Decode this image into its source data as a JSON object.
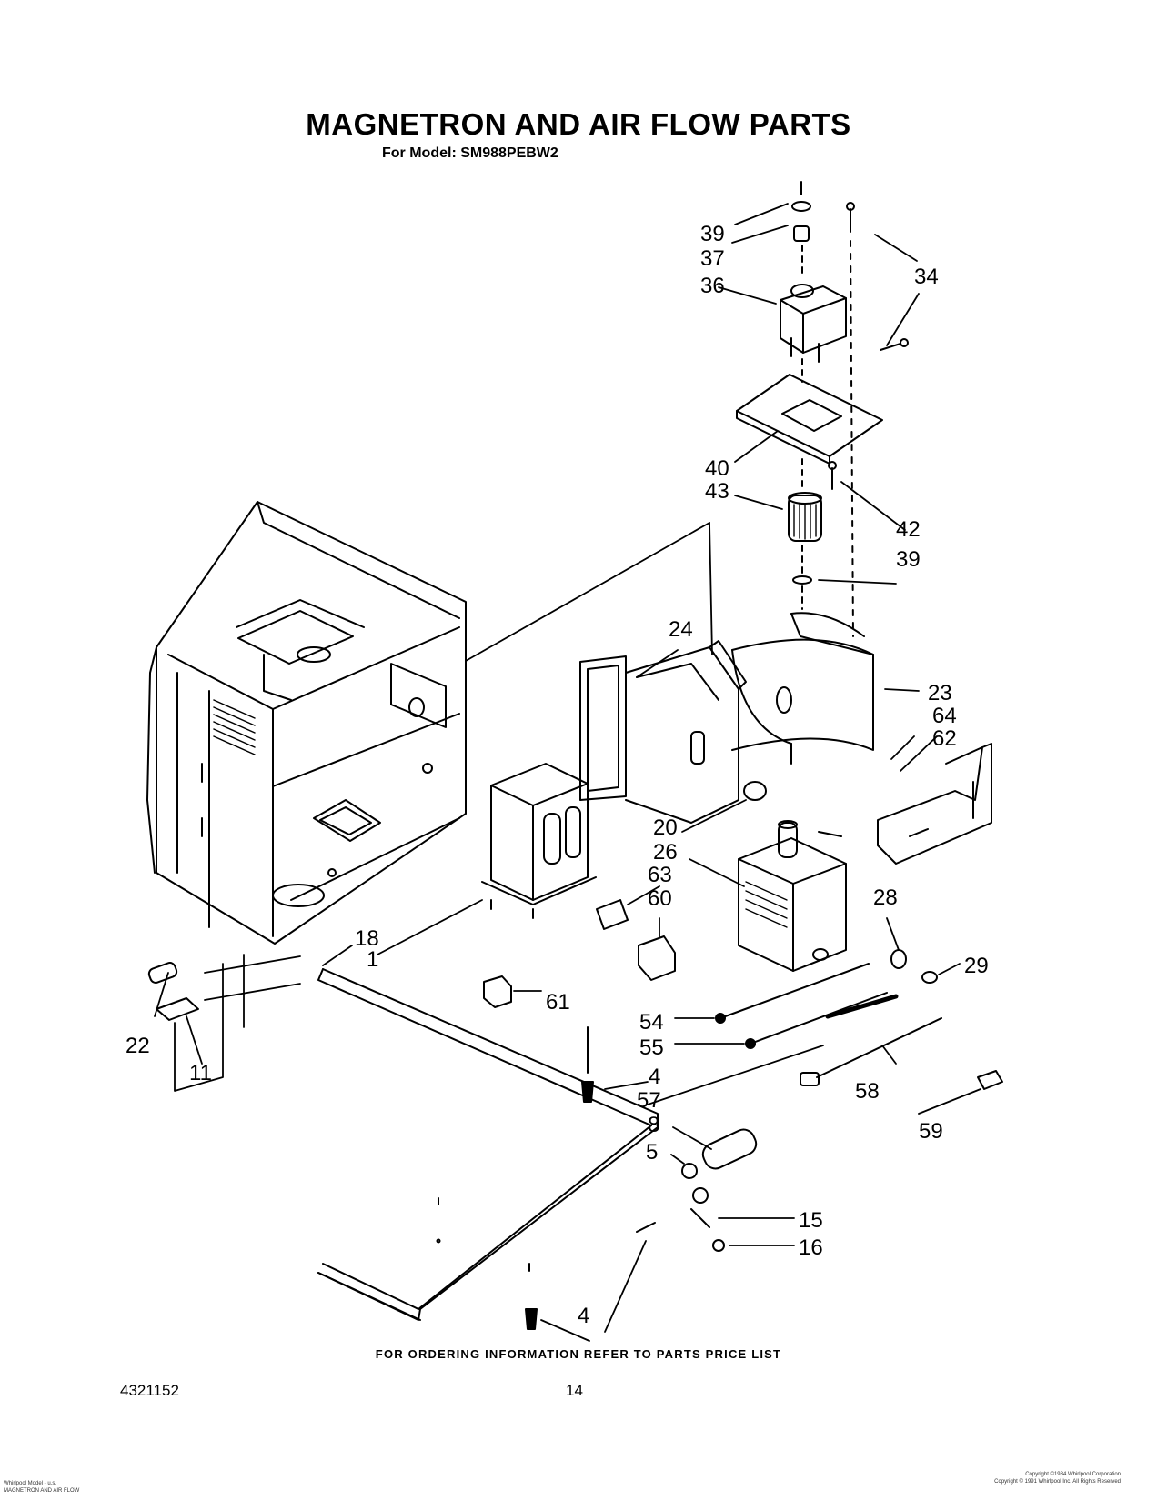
{
  "header": {
    "title": "MAGNETRON AND AIR FLOW PARTS",
    "model_line": "For Model: SM988PEBW2"
  },
  "footer": {
    "ordering_note": "FOR ORDERING INFORMATION REFER TO PARTS PRICE LIST",
    "document_number": "4321152",
    "page_number": "14",
    "fine_print_left": [
      "Whirlpool Model - u.s.",
      "MAGNETRON AND AIR FLOW"
    ],
    "fine_print_right": [
      "Copyright ©1984 Whirlpool Corporation",
      "Copyright © 1991 Whirlpool Inc. All Rights Reserved"
    ]
  },
  "callouts": {
    "c39a": "39",
    "c37": "37",
    "c36": "36",
    "c34": "34",
    "c40": "40",
    "c43": "43",
    "c42": "42",
    "c39b": "39",
    "c24": "24",
    "c23": "23",
    "c64": "64",
    "c62": "62",
    "c20": "20",
    "c26": "26",
    "c63": "63",
    "c60": "60",
    "c28": "28",
    "c18": "18",
    "c1": "1",
    "c29": "29",
    "c61": "61",
    "c22": "22",
    "c11": "11",
    "c54": "54",
    "c55": "55",
    "c4a": "4",
    "c57": "57",
    "c58": "58",
    "c59": "59",
    "c8": "8",
    "c5": "5",
    "c15": "15",
    "c16": "16",
    "c4b": "4"
  }
}
